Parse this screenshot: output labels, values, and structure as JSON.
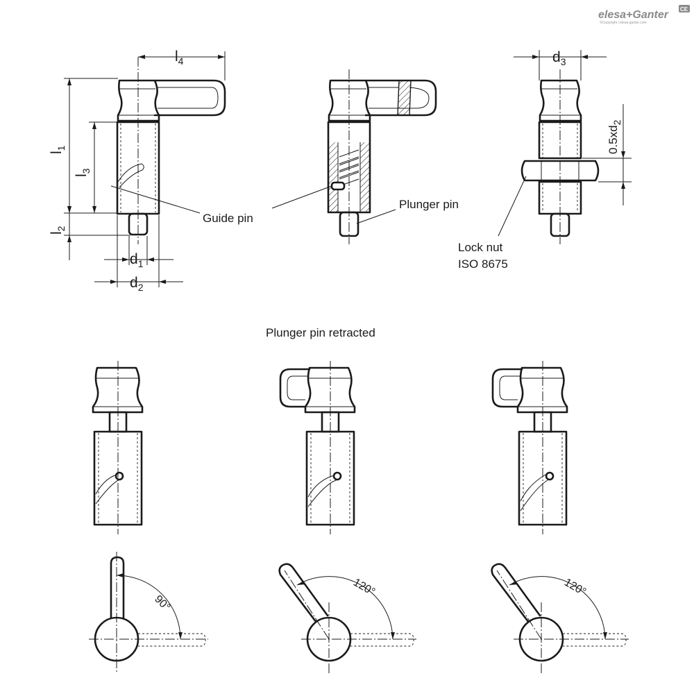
{
  "brand": {
    "name": "elesa+Ganter",
    "copyright": "©Copyright | elesa-ganter.com",
    "badge_icon": "ce-mark-icon",
    "color": "#8a8a8a"
  },
  "labels": {
    "guide_pin": "Guide pin",
    "plunger_pin": "Plunger pin",
    "lock_nut_line1": "Lock nut",
    "lock_nut_line2": "ISO 8675",
    "retracted_title": "Plunger pin retracted"
  },
  "dimensions": {
    "l4": {
      "base": "l",
      "sub": "4"
    },
    "l1": {
      "base": "l",
      "sub": "1"
    },
    "l3": {
      "base": "l",
      "sub": "3"
    },
    "l2": {
      "base": "l",
      "sub": "2"
    },
    "d1": {
      "base": "d",
      "sub": "1"
    },
    "d2": {
      "base": "d",
      "sub": "2"
    },
    "d3": {
      "base": "d",
      "sub": "3"
    },
    "half_d2": {
      "base": "0.5xd",
      "sub": "2"
    }
  },
  "angles": [
    "90°",
    "120°",
    "120°"
  ]
}
